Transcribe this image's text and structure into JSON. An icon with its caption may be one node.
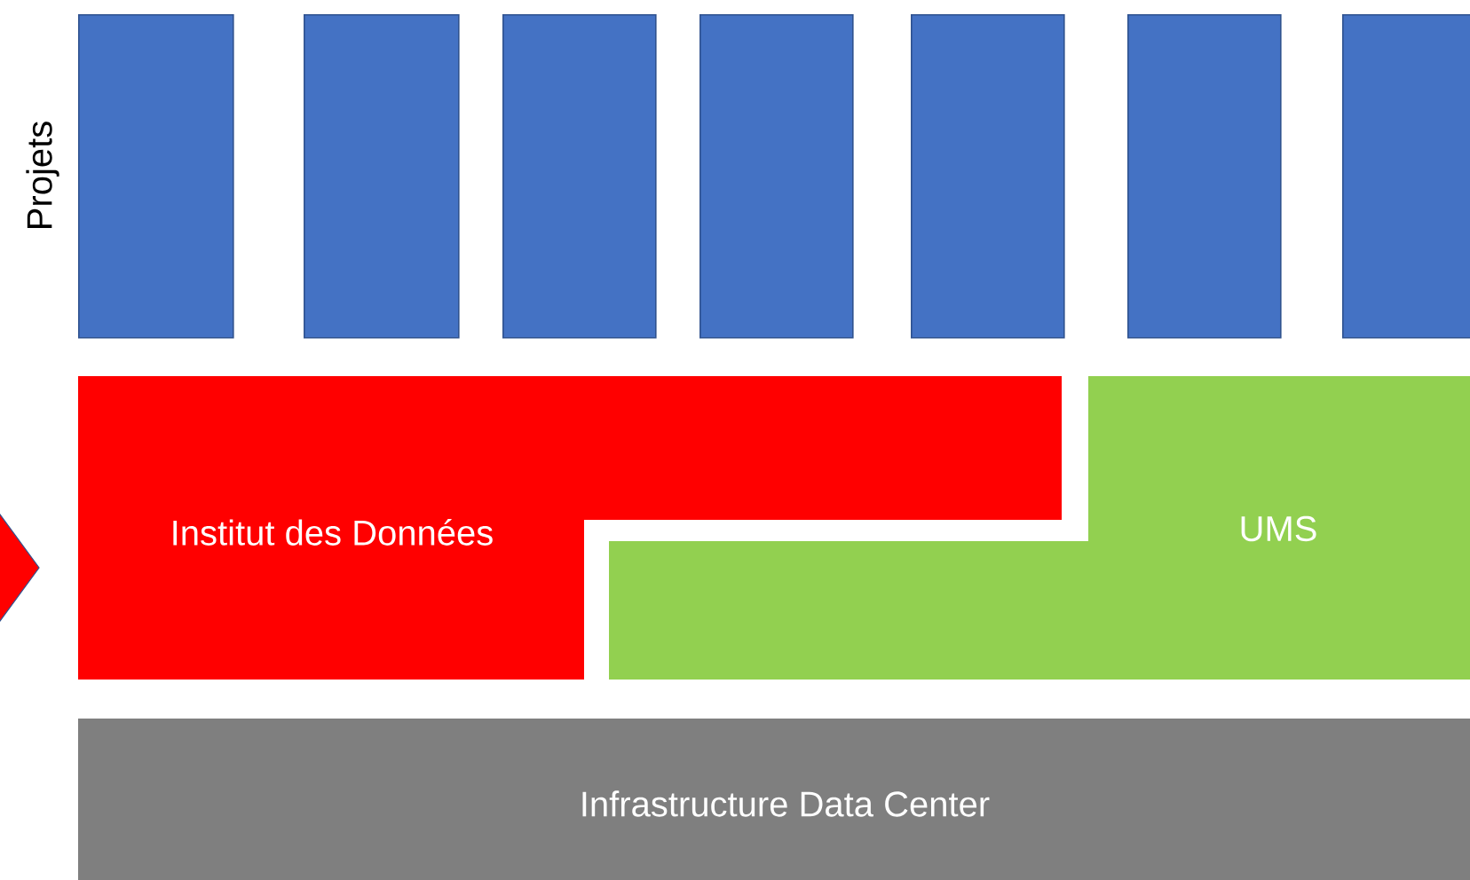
{
  "diagram": {
    "nodes": [
      {
        "text": [],
        "shape": "box"
      },
      {
        "text": [],
        "shape": "box"
      },
      {
        "text": [],
        "shape": "box"
      },
      {
        "text": [],
        "shape": "box"
      },
      {
        "text": [],
        "shape": "box"
      },
      {
        "text": [],
        "shape": "box"
      },
      {
        "text": [],
        "shape": "box"
      },
      {
        "text": [
          "Institut des Données"
        ]
      },
      {
        "text": [
          "UMS"
        ]
      },
      {
        "text": [
          "Infrastructure Data Center"
        ]
      }
    ],
    "edges": [],
    "labels": [
      "Projets"
    ]
  }
}
